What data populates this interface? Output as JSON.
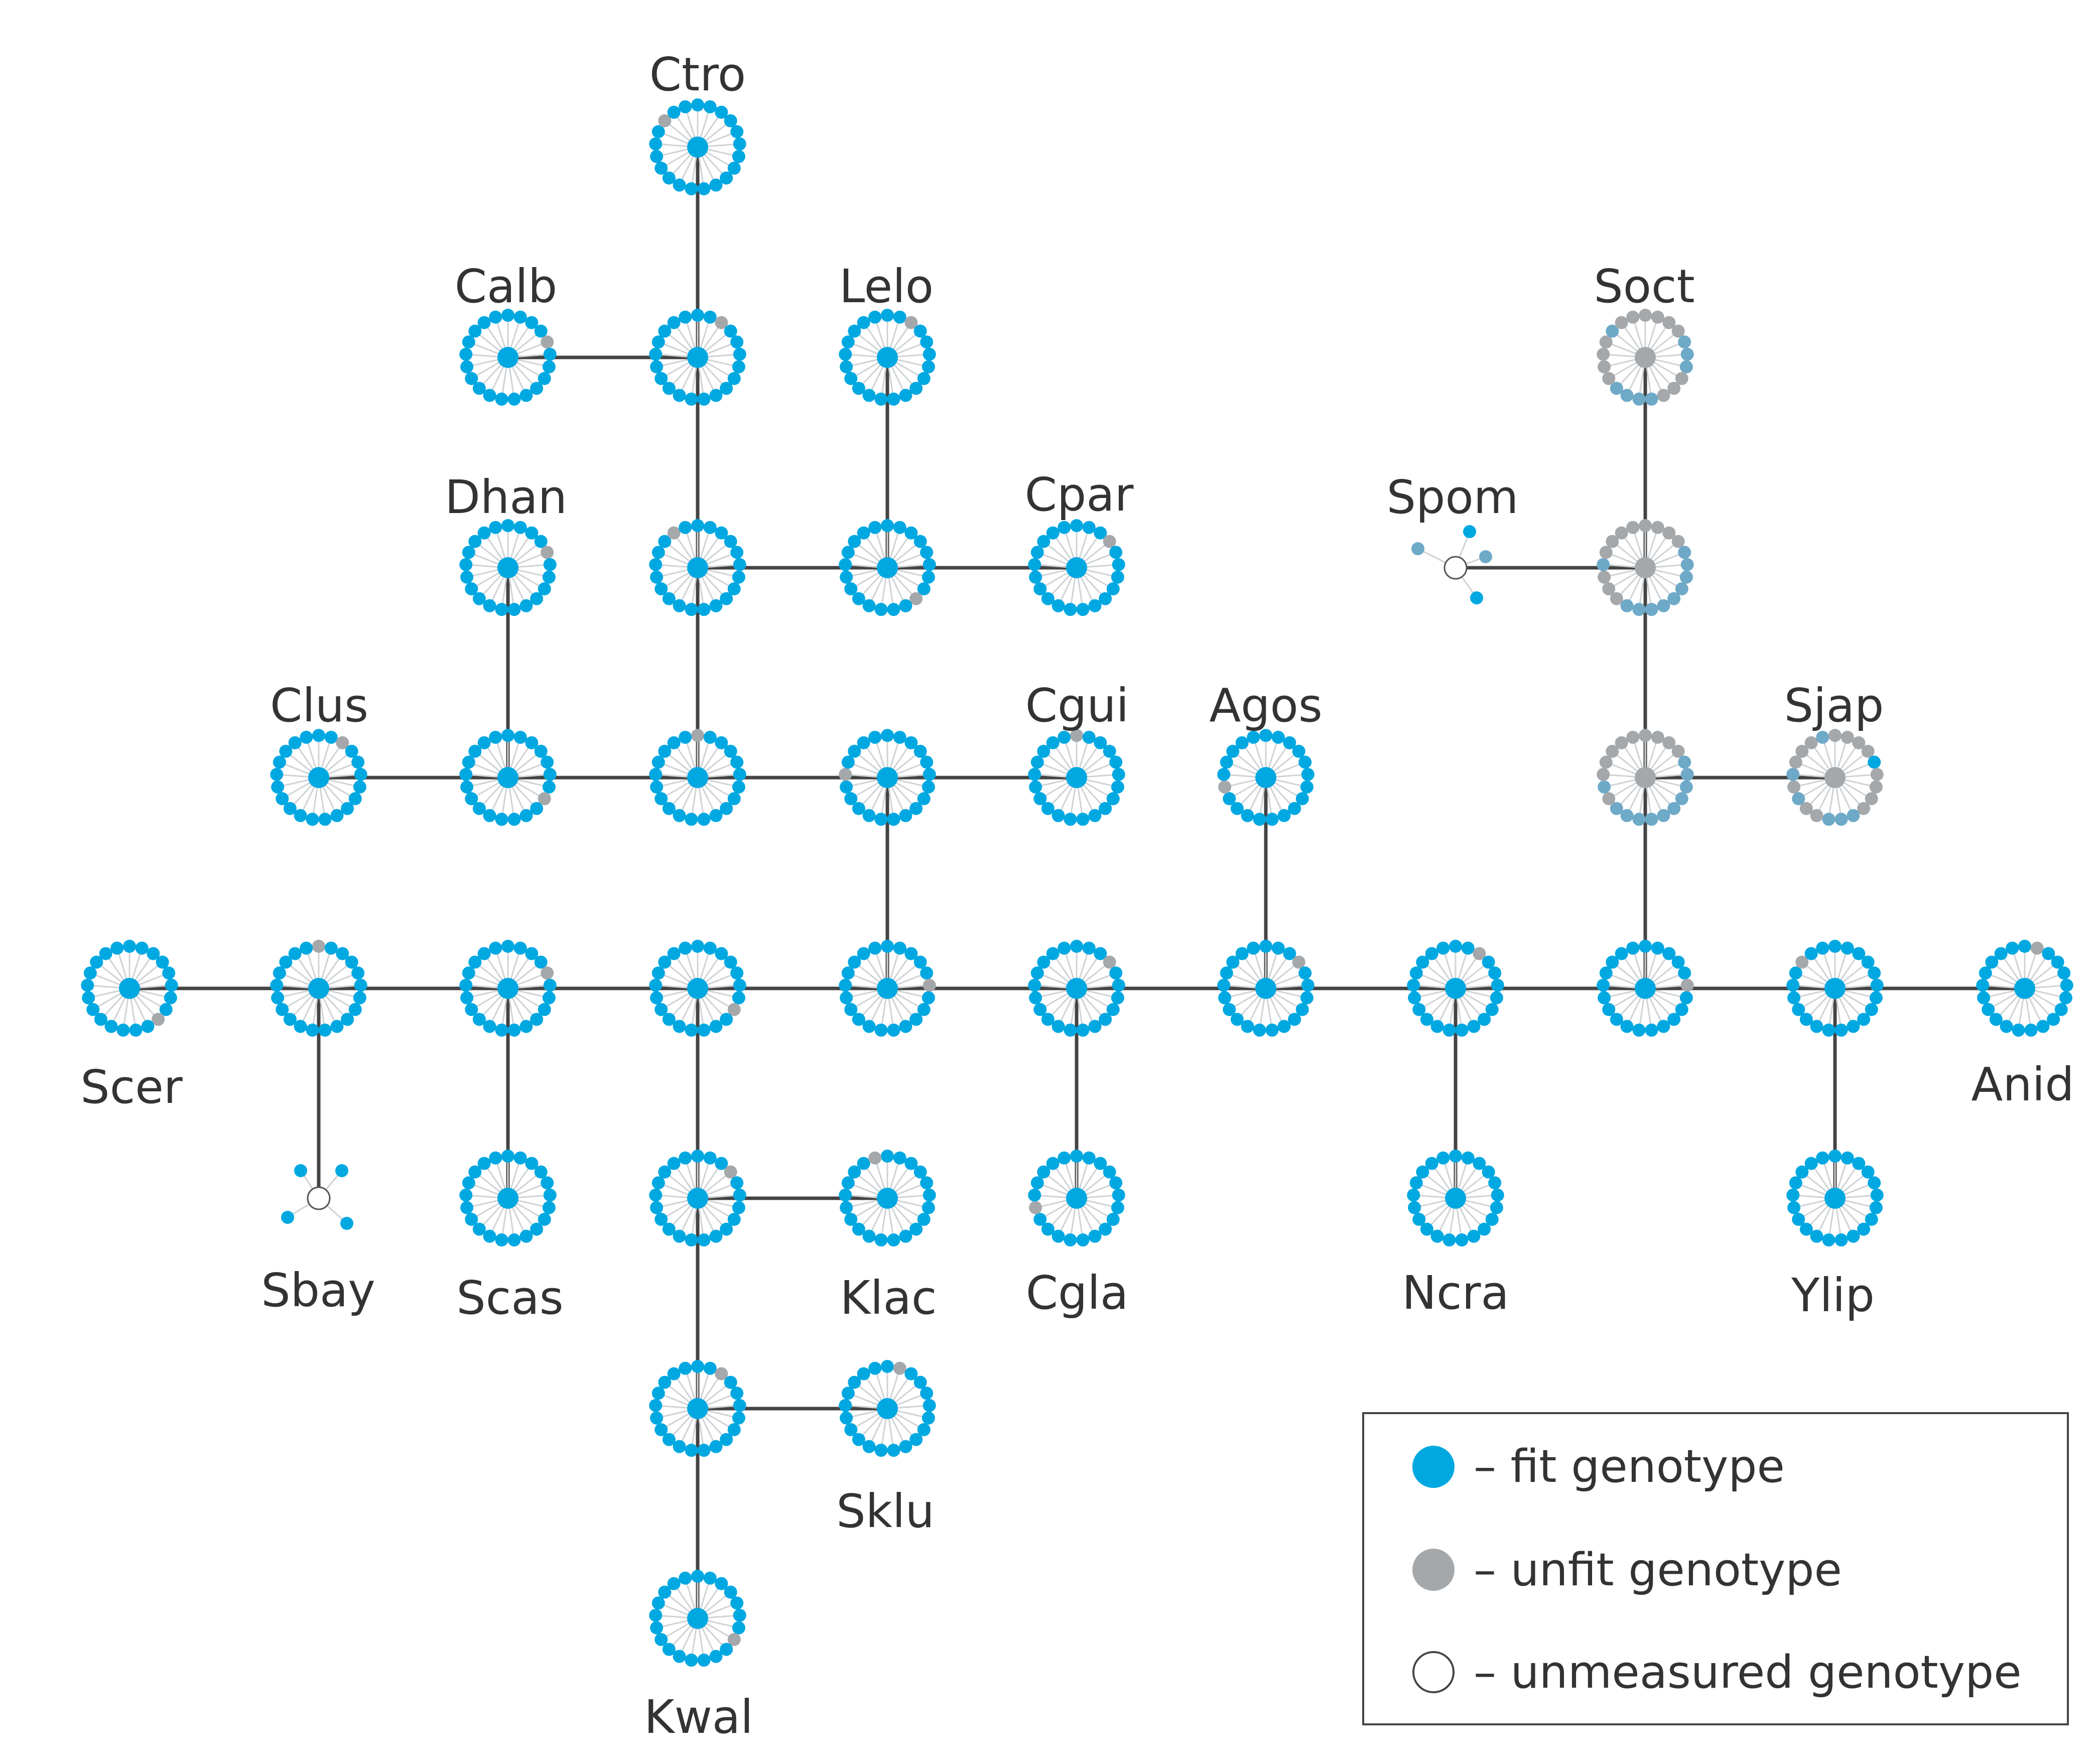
{
  "colors": {
    "fit": "#00a8e1",
    "unfit": "#a5a8ab",
    "mixed": "#6fa9c8",
    "edge": "#444444",
    "text": "#333333"
  },
  "legend": {
    "fit_label": "– fit genotype",
    "unfit_label": "– unfit genotype",
    "unmeasured_label": "– unmeasured genotype"
  },
  "nodes": [
    {
      "id": "ctro",
      "label": "Ctro",
      "center": "fit",
      "ring_unfit": [
        18
      ]
    },
    {
      "id": "calb",
      "label": "Calb",
      "center": "fit",
      "ring_unfit": [
        4
      ]
    },
    {
      "id": "lelo",
      "label": "Lelo",
      "center": "fit",
      "ring_unfit": [
        2
      ]
    },
    {
      "id": "soct",
      "label": "Soct",
      "center": "unfit",
      "ring_unfit": [
        0,
        1,
        2,
        3,
        7,
        8,
        9,
        14,
        15,
        16,
        17,
        19,
        20
      ],
      "ring_mixed": [
        4,
        5,
        6,
        10,
        11,
        12,
        13,
        18
      ]
    },
    {
      "id": "dhan",
      "label": "Dhan",
      "center": "fit",
      "ring_unfit": [
        4
      ]
    },
    {
      "id": "cpar",
      "label": "Cpar",
      "center": "fit",
      "ring_unfit": [
        3
      ]
    },
    {
      "id": "spom",
      "label": "Spom",
      "center": "unmeasured"
    },
    {
      "id": "clus",
      "label": "Clus",
      "center": "fit",
      "ring_unfit": [
        2
      ]
    },
    {
      "id": "cgui",
      "label": "Cgui",
      "center": "fit",
      "ring_unfit": [
        0
      ]
    },
    {
      "id": "agos",
      "label": "Agos",
      "center": "fit",
      "ring_unfit": [
        15
      ]
    },
    {
      "id": "sjap",
      "label": "Sjap",
      "center": "unfit",
      "ring_unfit": [
        0,
        1,
        2,
        3,
        5,
        6,
        7,
        8,
        12,
        13,
        15,
        17,
        18,
        19
      ],
      "ring_mixed": [
        9,
        10,
        11,
        14,
        16,
        20
      ]
    },
    {
      "id": "scer",
      "label": "Scer",
      "center": "fit",
      "ring_unfit": [
        8
      ]
    },
    {
      "id": "sbay",
      "label": "Sbay",
      "center": "unmeasured"
    },
    {
      "id": "scas",
      "label": "Scas",
      "center": "fit",
      "ring_unfit": []
    },
    {
      "id": "klac",
      "label": "Klac",
      "center": "fit",
      "ring_unfit": [
        20
      ]
    },
    {
      "id": "cgla",
      "label": "Cgla",
      "center": "fit",
      "ring_unfit": [
        15
      ]
    },
    {
      "id": "ncra",
      "label": "Ncra",
      "center": "fit",
      "ring_unfit": []
    },
    {
      "id": "ylip",
      "label": "Ylip",
      "center": "fit",
      "ring_unfit": []
    },
    {
      "id": "anid",
      "label": "Anid",
      "center": "fit",
      "ring_unfit": [
        1
      ]
    },
    {
      "id": "sklu",
      "label": "Sklu",
      "center": "fit",
      "ring_unfit": [
        1
      ]
    },
    {
      "id": "kwal",
      "label": "Kwal",
      "center": "fit",
      "ring_unfit": [
        7
      ]
    },
    {
      "id": "i1",
      "label": "",
      "center": "fit",
      "ring_unfit": [
        2
      ]
    },
    {
      "id": "i2",
      "label": "",
      "center": "fit",
      "ring_unfit": [
        19
      ]
    },
    {
      "id": "i3",
      "label": "",
      "center": "fit",
      "ring_unfit": [
        8
      ]
    },
    {
      "id": "i4",
      "label": "",
      "center": "fit",
      "ring_unfit": [
        7
      ]
    },
    {
      "id": "i5",
      "label": "",
      "center": "unfit",
      "ring_unfit": [
        0,
        1,
        2,
        3,
        17,
        18,
        19,
        20,
        13,
        14,
        15
      ],
      "ring_mixed": [
        4,
        5,
        6,
        7,
        8,
        9,
        10,
        11,
        12,
        16
      ]
    },
    {
      "id": "i6",
      "label": "",
      "center": "fit",
      "ring_unfit": [
        7
      ]
    },
    {
      "id": "i7",
      "label": "",
      "center": "fit",
      "ring_unfit": [
        0
      ]
    },
    {
      "id": "i8",
      "label": "",
      "center": "fit",
      "ring_unfit": [
        16
      ]
    },
    {
      "id": "i9",
      "label": "",
      "center": "unfit",
      "ring_unfit": [
        0,
        1,
        2,
        3,
        16,
        17,
        18,
        19,
        20,
        14
      ],
      "ring_mixed": [
        4,
        5,
        6,
        7,
        8,
        9,
        10,
        11,
        12,
        13,
        15
      ]
    },
    {
      "id": "i10",
      "label": "",
      "center": "fit",
      "ring_unfit": [
        0
      ]
    },
    {
      "id": "i11",
      "label": "",
      "center": "fit",
      "ring_unfit": [
        4
      ]
    },
    {
      "id": "i12",
      "label": "",
      "center": "fit",
      "ring_unfit": [
        5
      ]
    },
    {
      "id": "i13",
      "label": "",
      "center": "fit",
      "ring_unfit": [
        3
      ]
    },
    {
      "id": "i14",
      "label": "",
      "center": "fit",
      "ring_unfit": [
        3
      ]
    },
    {
      "id": "i15",
      "label": "",
      "center": "fit",
      "ring_unfit": [
        3
      ]
    },
    {
      "id": "i16",
      "label": "",
      "center": "fit",
      "ring_unfit": [
        0
      ]
    },
    {
      "id": "i17",
      "label": "",
      "center": "fit",
      "ring_unfit": [
        2
      ]
    },
    {
      "id": "i18",
      "label": "",
      "center": "fit",
      "ring_unfit": [
        2
      ]
    },
    {
      "id": "i19",
      "label": "",
      "center": "fit",
      "ring_unfit": [
        5
      ]
    },
    {
      "id": "i20",
      "label": "",
      "center": "fit",
      "ring_unfit": [
        18
      ]
    }
  ],
  "edges": [
    [
      "ctro",
      "i1"
    ],
    [
      "calb",
      "i1"
    ],
    [
      "i1",
      "i2"
    ],
    [
      "i2",
      "i3"
    ],
    [
      "lelo",
      "i3"
    ],
    [
      "i3",
      "cpar"
    ],
    [
      "i2",
      "i7"
    ],
    [
      "dhan",
      "i6"
    ],
    [
      "clus",
      "i6"
    ],
    [
      "i6",
      "i7"
    ],
    [
      "i7",
      "i8"
    ],
    [
      "i8",
      "cgui"
    ],
    [
      "i8",
      "i12"
    ],
    [
      "soct",
      "i5"
    ],
    [
      "spom",
      "i5"
    ],
    [
      "i5",
      "i9"
    ],
    [
      "i9",
      "sjap"
    ],
    [
      "i9",
      "i19"
    ],
    [
      "agos",
      "i14"
    ],
    [
      "scer",
      "i10"
    ],
    [
      "i10",
      "i11"
    ],
    [
      "i11",
      "i4"
    ],
    [
      "i4",
      "i12"
    ],
    [
      "i12",
      "i13"
    ],
    [
      "i13",
      "i14"
    ],
    [
      "i14",
      "i18"
    ],
    [
      "i18",
      "i19"
    ],
    [
      "i19",
      "i20"
    ],
    [
      "i20",
      "anid"
    ],
    [
      "i10",
      "sbay"
    ],
    [
      "i11",
      "scas"
    ],
    [
      "i4",
      "i15"
    ],
    [
      "i15",
      "klac"
    ],
    [
      "i15",
      "i17"
    ],
    [
      "i17",
      "sklu"
    ],
    [
      "i17",
      "kwal"
    ],
    [
      "i13",
      "cgla"
    ],
    [
      "i18",
      "ncra"
    ],
    [
      "i20",
      "ylip"
    ]
  ]
}
